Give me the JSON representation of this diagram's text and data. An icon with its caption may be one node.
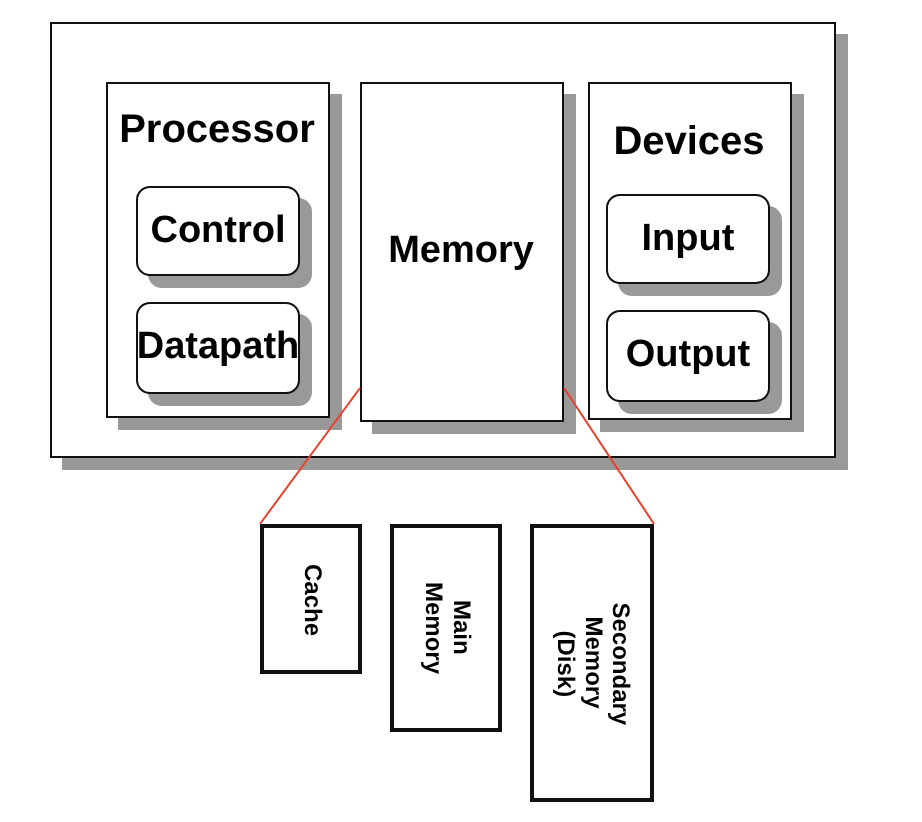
{
  "diagram": {
    "nodes": [
      {
        "text": [],
        "shape": "box"
      },
      {
        "text": [
          "Processor"
        ],
        "in": 0
      },
      {
        "text": [
          "Control"
        ],
        "in": 1
      },
      {
        "text": [
          "Datapath"
        ],
        "in": 1
      },
      {
        "text": [
          "Memory"
        ],
        "in": 0
      },
      {
        "text": [
          "Devices"
        ],
        "in": 0
      },
      {
        "text": [
          "Input"
        ],
        "in": 5
      },
      {
        "text": [
          "Output"
        ],
        "in": 5
      },
      {
        "text": [
          "Cache"
        ]
      },
      {
        "text": [
          "Main Memory"
        ]
      },
      {
        "text": [
          "Secondary Memory (Disk)"
        ]
      }
    ],
    "edges": [
      {
        "from": 4,
        "to": 8,
        "arrow": "none",
        "color": "#e8402a"
      },
      {
        "from": 4,
        "to": 10,
        "arrow": "none",
        "color": "#e8402a"
      }
    ]
  }
}
